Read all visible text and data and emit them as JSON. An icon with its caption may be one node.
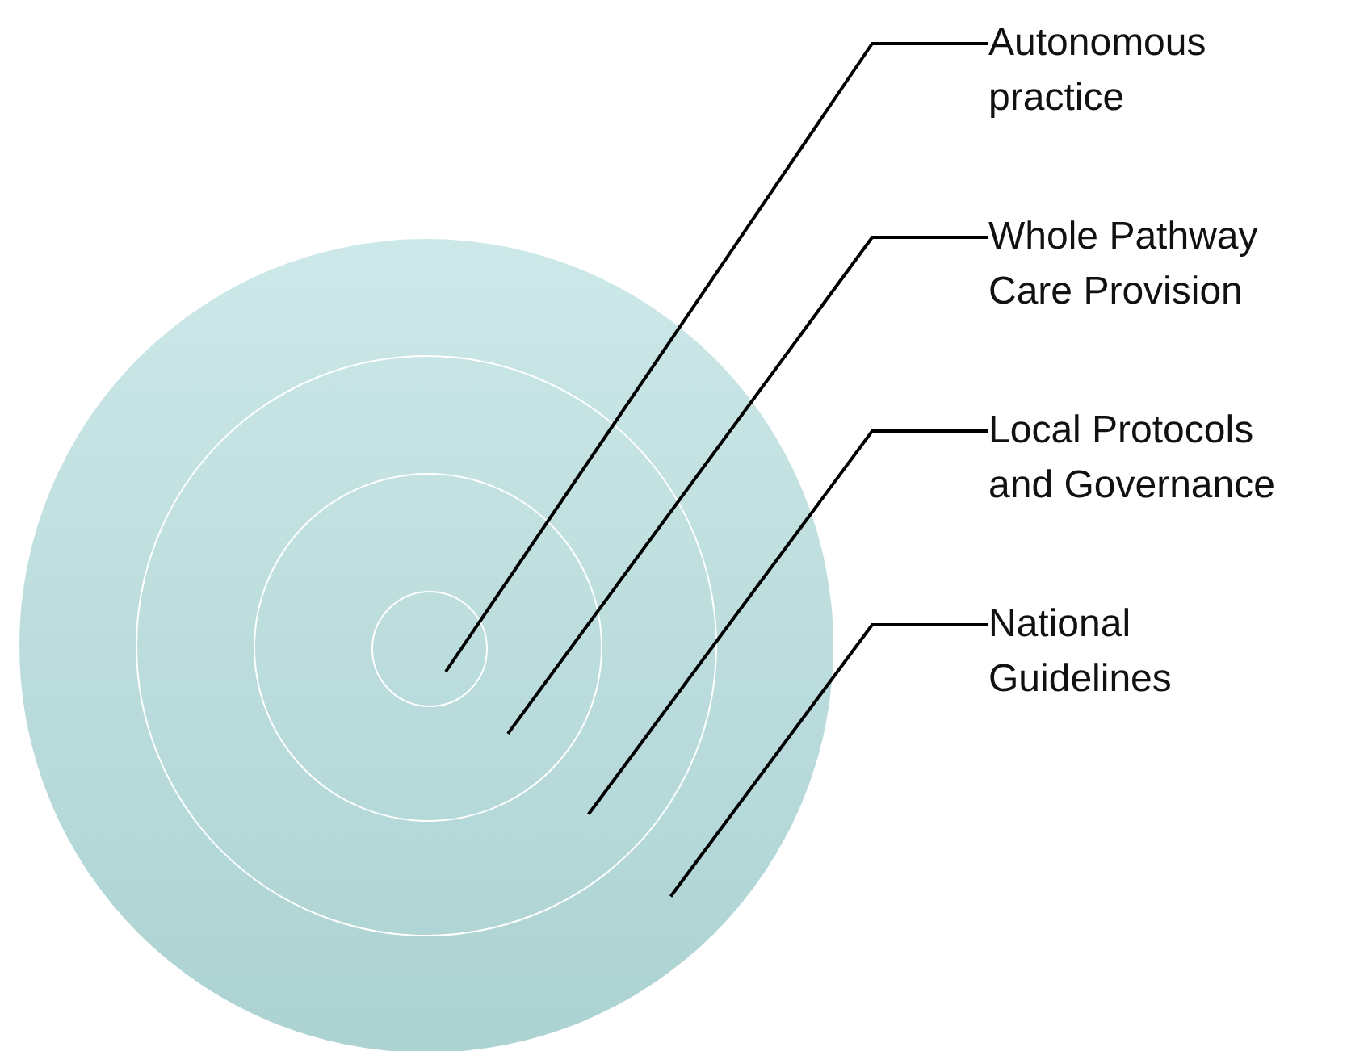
{
  "diagram": {
    "nodes": [
      {
        "text": [],
        "shape": "circle"
      },
      {
        "text": [],
        "shape": "circle",
        "in": 0
      },
      {
        "text": [],
        "shape": "circle",
        "in": 1
      },
      {
        "text": [],
        "shape": "circle",
        "in": 2
      },
      {
        "text": [
          "Autonomous practice"
        ]
      },
      {
        "text": [
          "Whole Pathway Care Provision"
        ]
      },
      {
        "text": [
          "Local Protocols and Governance"
        ]
      },
      {
        "text": [
          "National Guidelines"
        ]
      }
    ],
    "edges": [
      {
        "from": 4,
        "to": 3,
        "arrow": "none"
      },
      {
        "from": 5,
        "to": 2,
        "arrow": "none"
      },
      {
        "from": 6,
        "to": 1,
        "arrow": "none"
      },
      {
        "from": 7,
        "to": 0,
        "arrow": "none"
      }
    ]
  }
}
